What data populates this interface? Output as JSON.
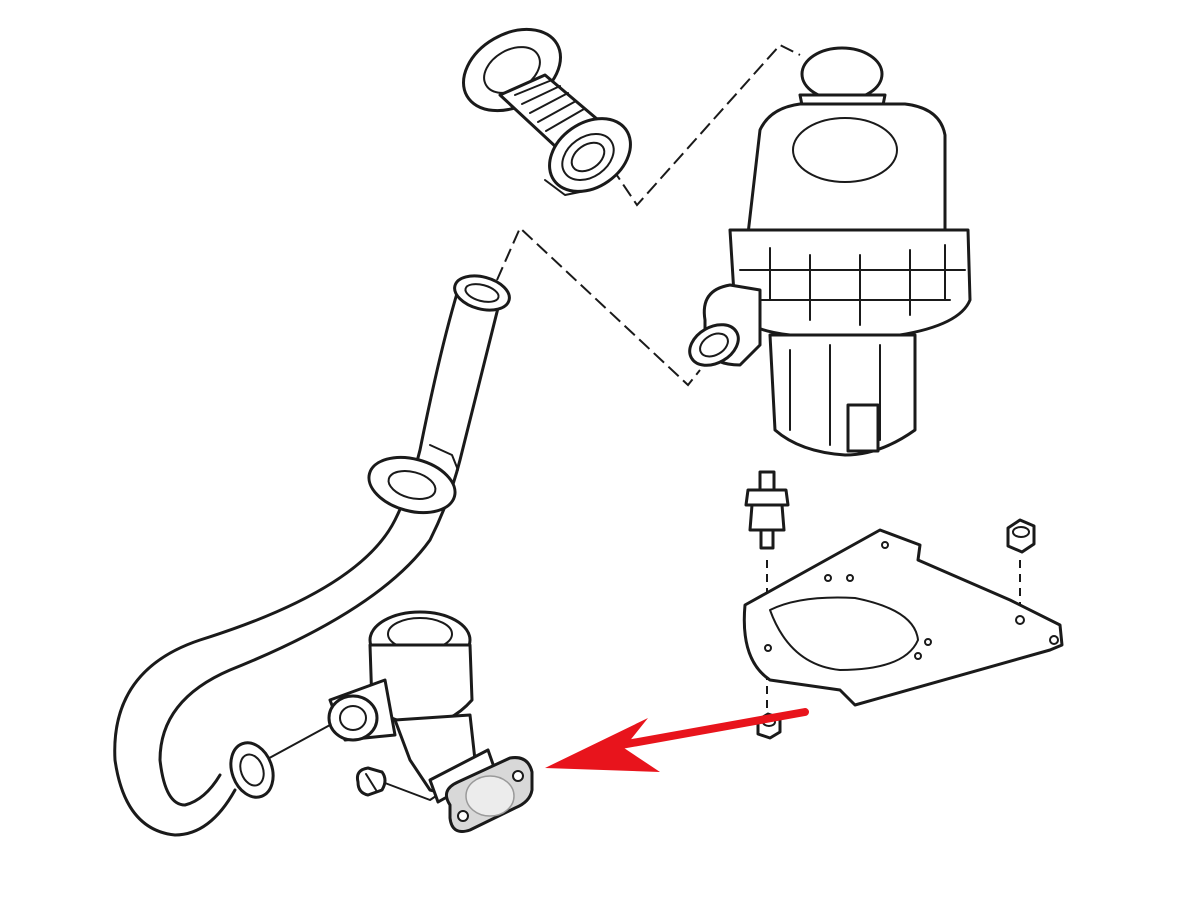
{
  "diagram": {
    "colors": {
      "line": "#1a1a1a",
      "background": "#ffffff",
      "arrow": "#e8141c",
      "plate_fill": "#d8d8d8"
    },
    "parts": [
      "air-intake-hose",
      "secondary-air-pump",
      "air-pipe",
      "combination-valve",
      "blanking-plate",
      "hose-clamp",
      "rubber-mount",
      "mounting-bracket",
      "hex-nut",
      "red-indicator-arrow"
    ]
  }
}
